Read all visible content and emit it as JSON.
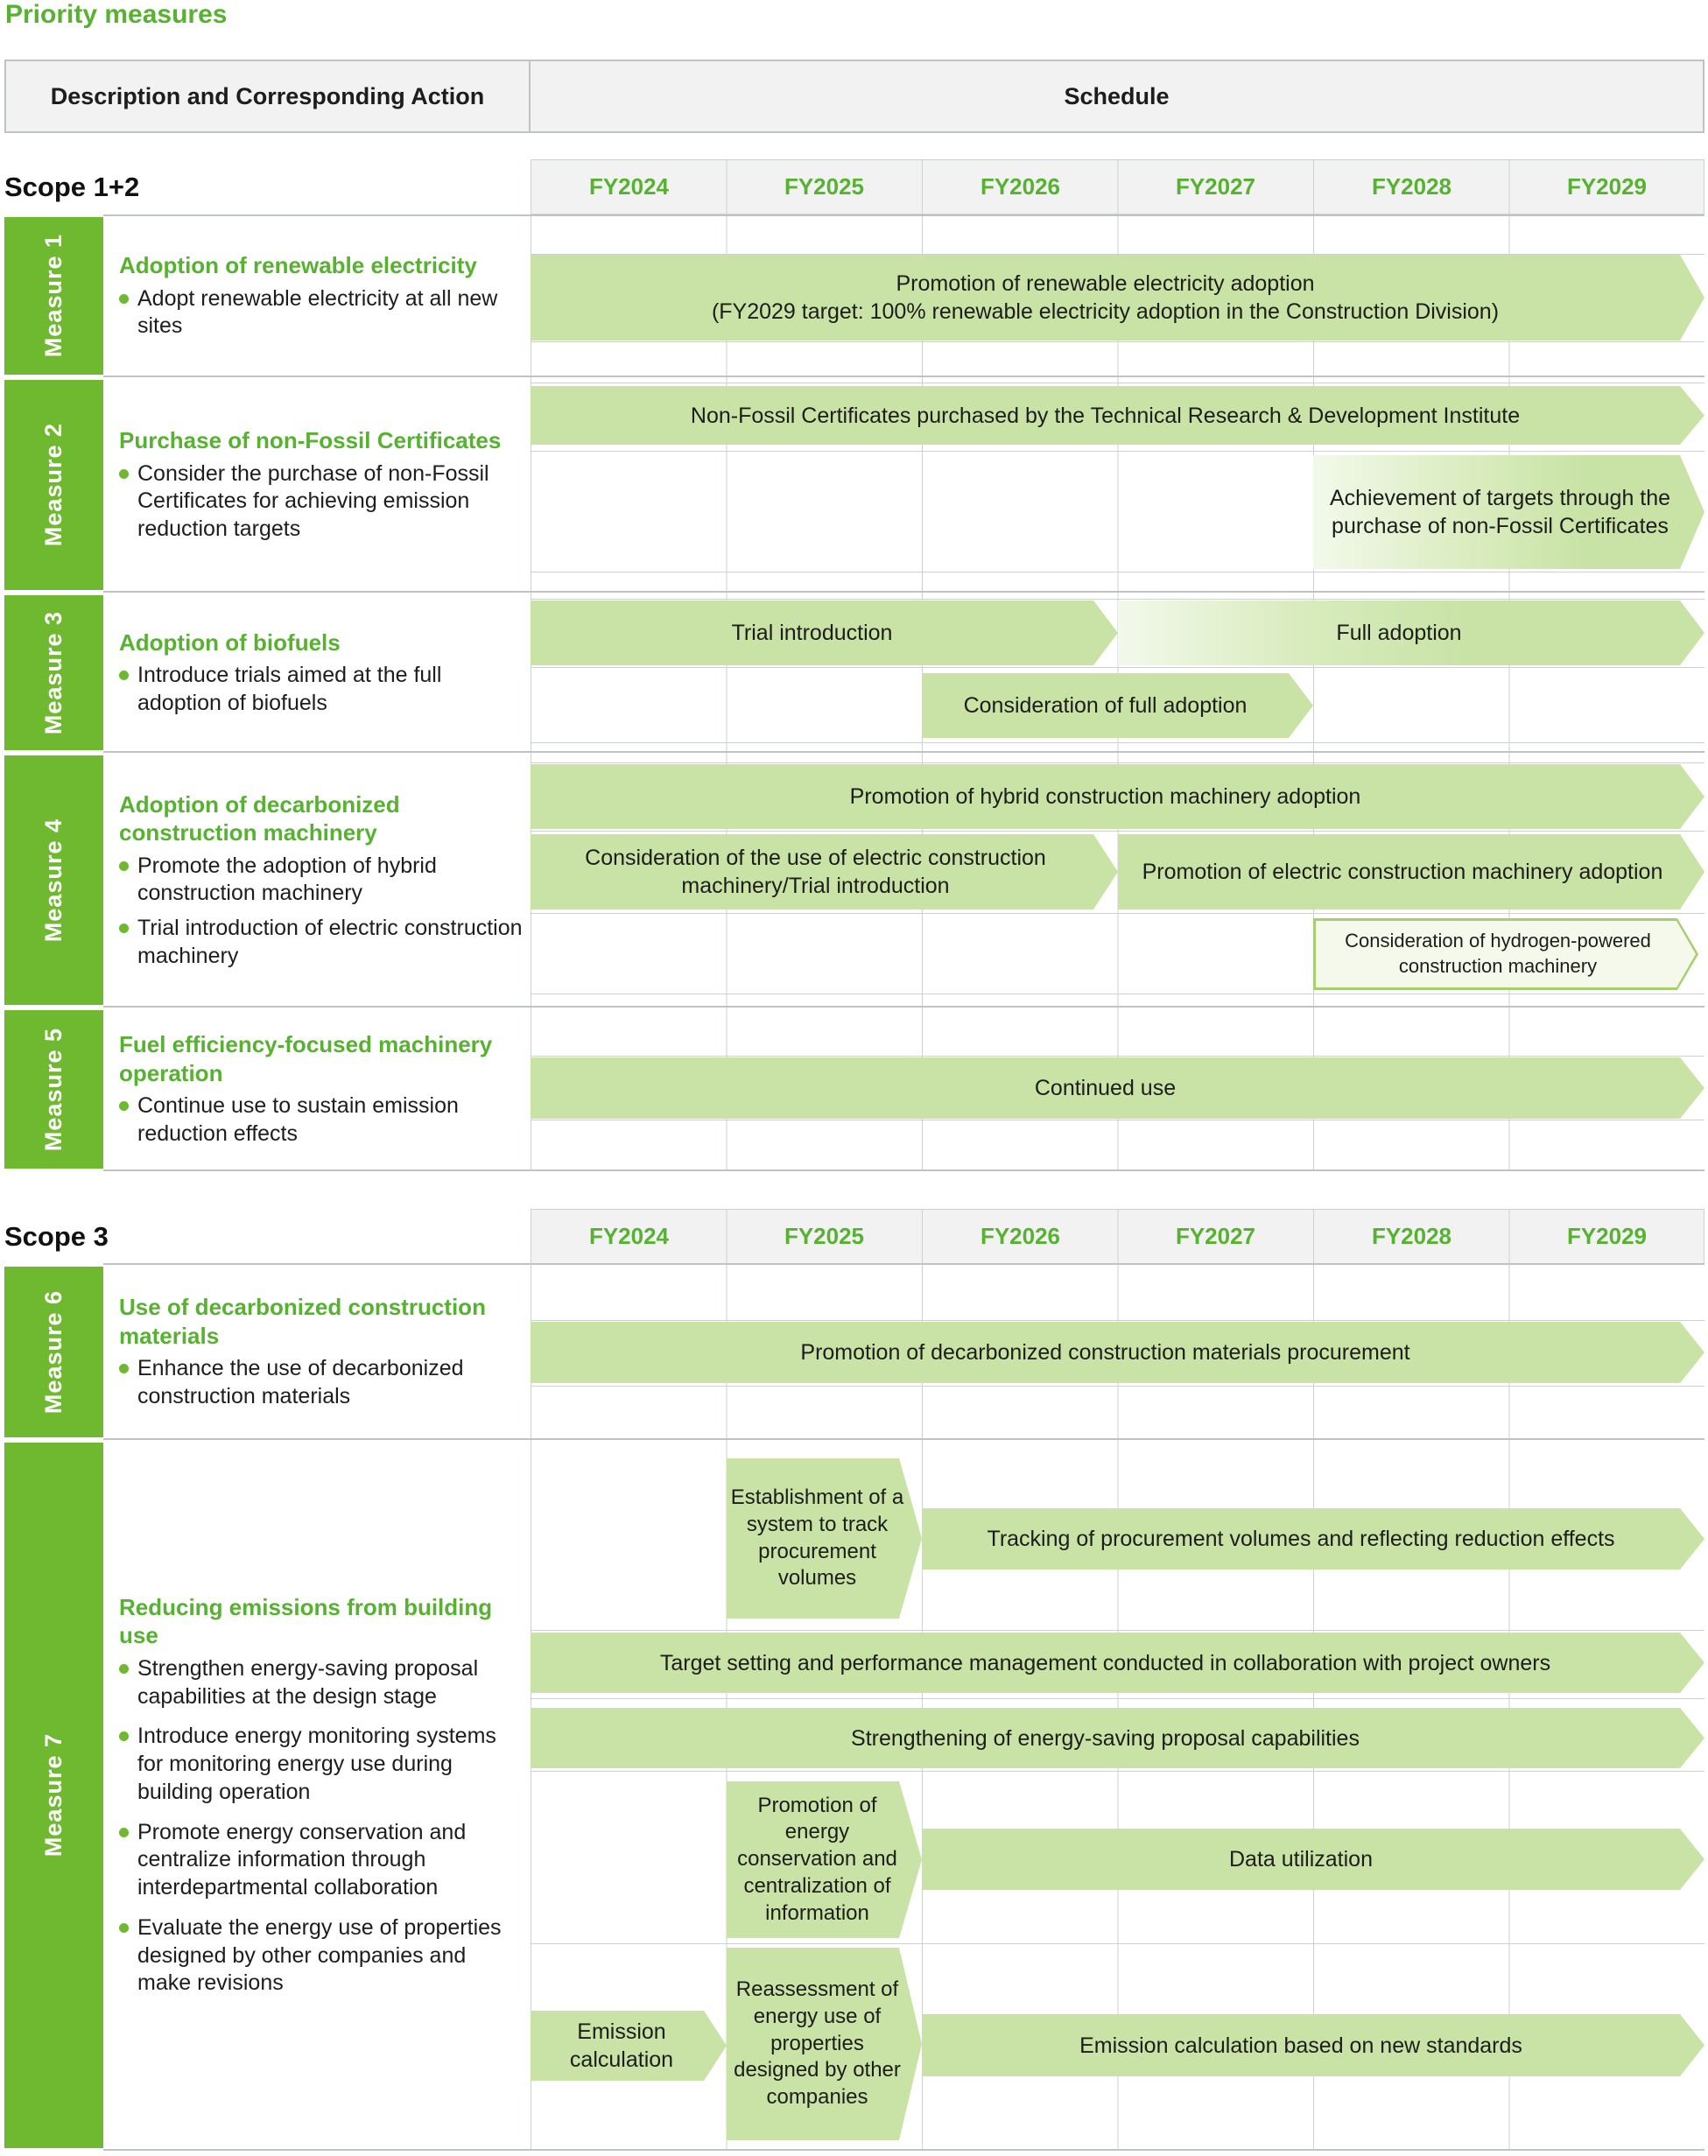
{
  "page": {
    "title": "Priority measures"
  },
  "header": {
    "description_col": "Description and Corresponding Action",
    "schedule_col": "Schedule"
  },
  "fiscal_years": [
    "FY2024",
    "FY2025",
    "FY2026",
    "FY2027",
    "FY2028",
    "FY2029"
  ],
  "sections": [
    {
      "label": "Scope 1+2"
    },
    {
      "label": "Scope 3"
    }
  ],
  "measures": [
    {
      "id": "Measure 1",
      "title": "Adoption of renewable electricity",
      "bullets": [
        "Adopt renewable electricity at all new sites"
      ]
    },
    {
      "id": "Measure 2",
      "title": "Purchase of non-Fossil Certificates",
      "bullets": [
        "Consider the purchase of non-Fossil Certificates for achieving emission reduction targets"
      ]
    },
    {
      "id": "Measure 3",
      "title": "Adoption of biofuels",
      "bullets": [
        "Introduce trials aimed at the full adoption of biofuels"
      ]
    },
    {
      "id": "Measure 4",
      "title": "Adoption of decarbonized construction machinery",
      "bullets": [
        "Promote the adoption of hybrid construction machinery",
        "Trial introduction of electric construction machinery"
      ]
    },
    {
      "id": "Measure 5",
      "title": "Fuel efficiency-focused machinery operation",
      "bullets": [
        "Continue use to sustain emission reduction effects"
      ]
    },
    {
      "id": "Measure 6",
      "title": "Use of decarbonized construction materials",
      "bullets": [
        "Enhance the use of decarbonized construction materials"
      ]
    },
    {
      "id": "Measure 7",
      "title": "Reducing emissions from building use",
      "bullets": [
        "Strengthen energy-saving proposal capabilities at the design stage",
        "Introduce energy monitoring systems for monitoring energy use during building operation",
        "Promote energy conservation and centralize information through interdepartmental collaboration",
        "Evaluate the energy use of properties designed by other companies and make revisions"
      ]
    }
  ],
  "arrows": {
    "m1_line1": "Promotion of renewable electricity adoption",
    "m1_line2": "(FY2029 target: 100% renewable electricity adoption in the Construction Division)",
    "m2_certificates": "Non-Fossil Certificates purchased by the Technical Research & Development Institute",
    "m2_achievement": "Achievement of targets through the purchase of non-Fossil Certificates",
    "m3_trial": "Trial introduction",
    "m3_full": "Full adoption",
    "m3_consideration": "Consideration of full adoption",
    "m4_hybrid": "Promotion of hybrid construction machinery adoption",
    "m4_electric_consideration": "Consideration of the use of electric construction machinery/Trial introduction",
    "m4_electric_promotion": "Promotion of electric construction machinery adoption",
    "m4_hydrogen": "Consideration of hydrogen-powered construction machinery",
    "m5_continued": "Continued use",
    "m6_promotion": "Promotion of decarbonized construction materials procurement",
    "m7_establishment": "Establishment of a system to track procurement volumes",
    "m7_tracking": "Tracking of procurement volumes and reflecting reduction effects",
    "m7_target": "Target setting and performance management conducted in collaboration with project owners",
    "m7_strengthening": "Strengthening of energy-saving proposal capabilities",
    "m7_conservation": "Promotion of energy conservation and centralization of information",
    "m7_data": "Data utilization",
    "m7_emission_calc": "Emission calculation",
    "m7_reassessment": "Reassessment of energy use of properties designed by other companies",
    "m7_new_standards": "Emission calculation based on new standards"
  },
  "colors": {
    "green_text": "#56b230",
    "green_cell": "#6eb92f",
    "arrow_green": "#c8e3a5",
    "arrow_light": "#f3f9eb",
    "outline_border": "#a6cf70",
    "outline_fill": "#f4f9ec",
    "header_bg": "#f2f2f3",
    "grid_line": "#cdd1d2",
    "border_strong": "#bfc3c5"
  }
}
